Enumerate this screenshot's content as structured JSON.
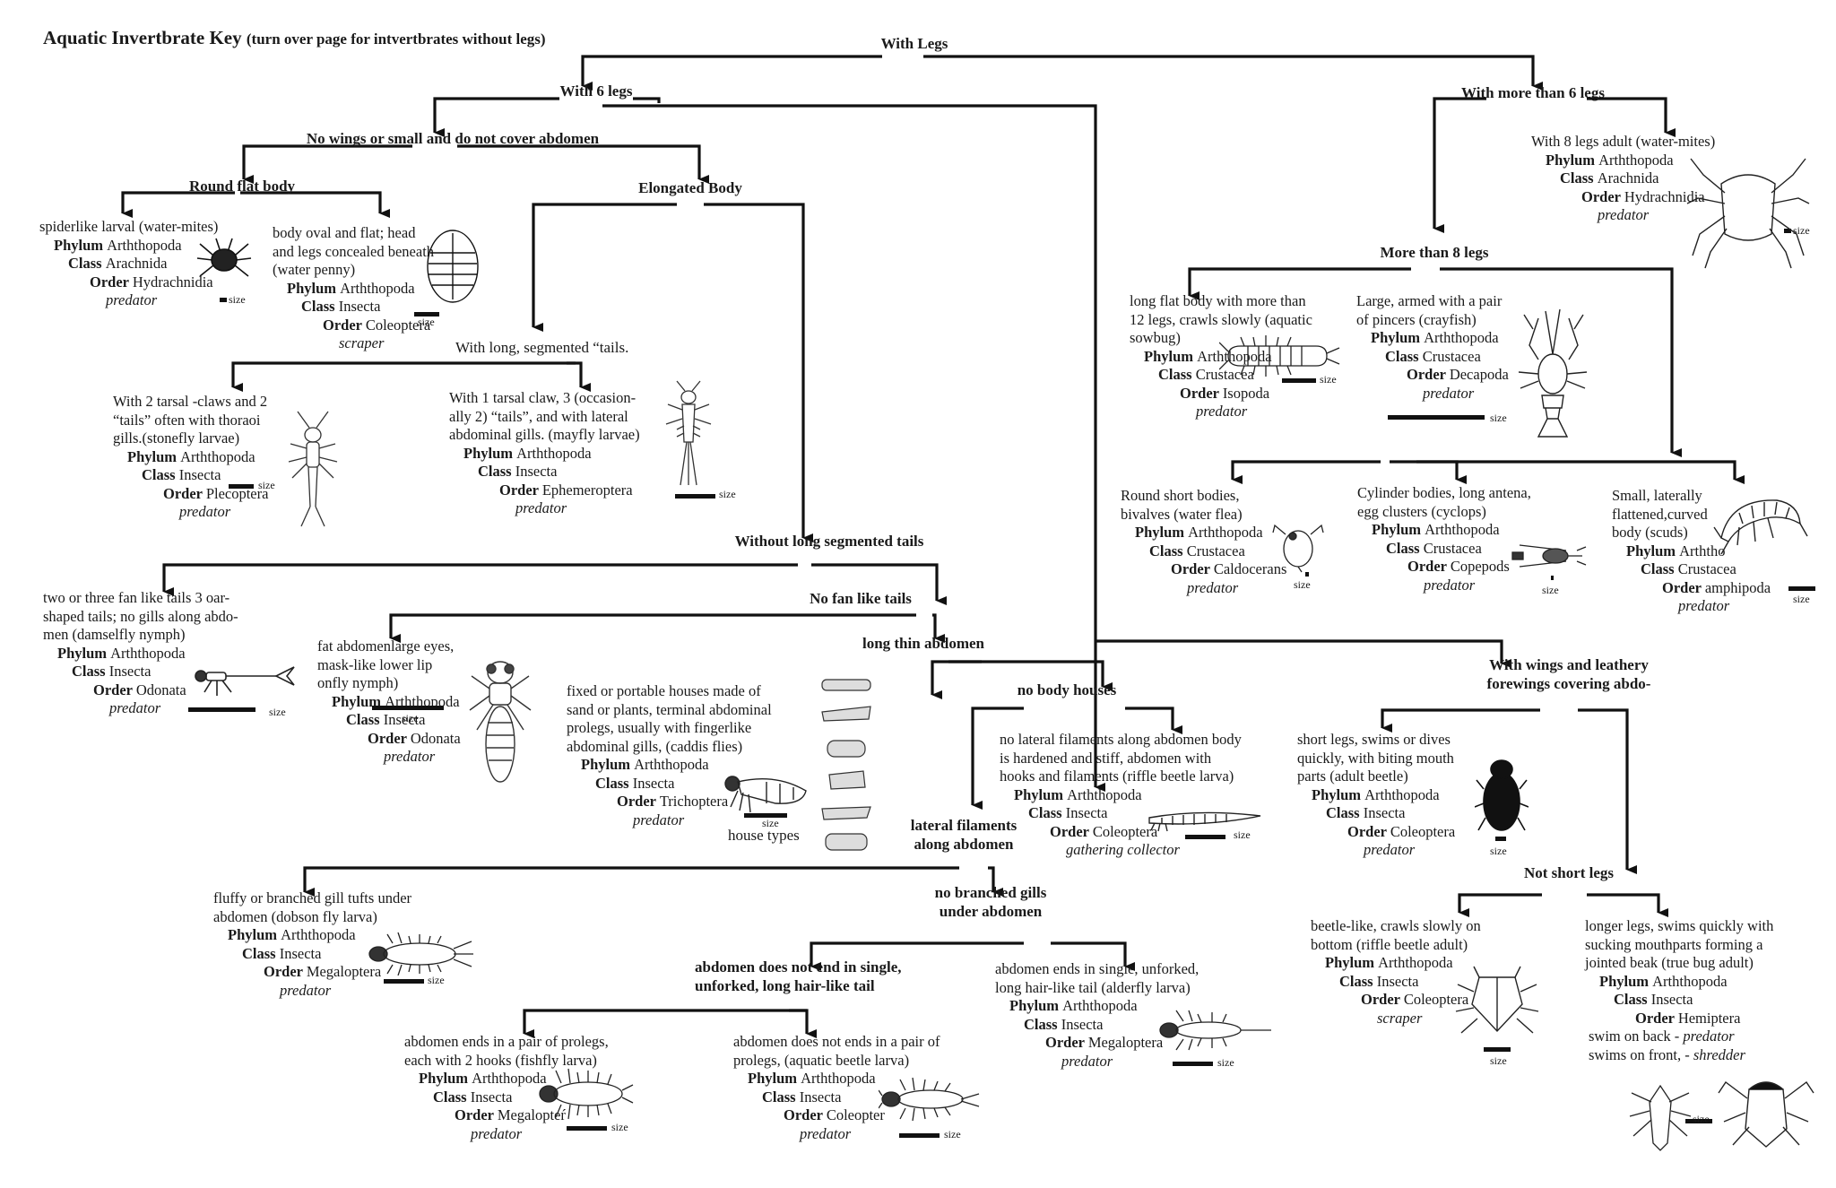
{
  "title": "Aquatic Invertbrate Key",
  "subtitle": "(turn over page for intvertbrates without legs)",
  "size_label": "size",
  "house_types_label": "house types",
  "headings": {
    "with_legs": "With Legs",
    "with_6_legs": "With 6 legs",
    "with_more_than_6": "With more than 6 legs",
    "no_wings": "No wings or small and do not cover abdomen",
    "round_flat": "Round flat body",
    "elongated": "Elongated Body",
    "more_than_8": "More than 8 legs",
    "long_tails": "With long, segmented “tails.",
    "without_tails": "Without long segmented tails",
    "no_fan": "No fan like tails",
    "long_thin": "long thin abdomen",
    "no_houses": "no body houses",
    "lateral_1": "lateral filaments",
    "lateral_2": "along abdomen",
    "no_branched_1": "no branched gills",
    "no_branched_2": "under abdomen",
    "not_single_1": "abdomen does not  end in single,",
    "not_single_2": "unforked, long hair-like tail",
    "wings_1": "With wings and leathery",
    "wings_2": "forewings covering abdo-",
    "not_short": "Not short legs"
  },
  "taxa": [
    {
      "id": "water_mites_larva",
      "desc": [
        "spiderlike larval (water-mites)"
      ],
      "phylum": "Arththopoda",
      "class": "Arachnida",
      "order": "Hydrachnidia",
      "role": "predator"
    },
    {
      "id": "water_penny",
      "desc": [
        "body oval and flat; head",
        "and legs concealed beneath",
        "(water penny)"
      ],
      "phylum": "Arththopoda",
      "class": "Insecta",
      "order": "Coleoptera",
      "role": "scraper"
    },
    {
      "id": "stonefly",
      "desc": [
        "With 2 tarsal -claws and 2",
        "“tails” often with thoraoi",
        "gills.(stonefly larvae)"
      ],
      "phylum": "Arththopoda",
      "class": "Insecta",
      "order": "Plecoptera",
      "role": "predator"
    },
    {
      "id": "mayfly",
      "desc": [
        "With 1 tarsal claw, 3 (occasion-",
        "ally 2) “tails”, and with lateral",
        "abdominal gills. (mayfly larvae)"
      ],
      "phylum": "Arththopoda",
      "class": "Insecta",
      "order": "Ephemeroptera",
      "role": "predator"
    },
    {
      "id": "damselfly",
      "desc": [
        "two or three fan like tails 3 oar-",
        "shaped tails; no gills along abdo-",
        "men (damselfly nymph)"
      ],
      "phylum": "Arththopoda",
      "class": "Insecta",
      "order": "Odonata",
      "role": "predator"
    },
    {
      "id": "dragonfly",
      "desc": [
        "fat abdomenlarge eyes,",
        "mask-like lower lip",
        "onfly nymph)"
      ],
      "phylum": "Arththopoda",
      "class": "Insecta",
      "order": "Odonata",
      "role": "predator"
    },
    {
      "id": "caddis",
      "desc": [
        "fixed or portable houses made of",
        "sand or plants, terminal abdominal",
        "prolegs, usually with fingerlike",
        "abdominal gills, (caddis flies)"
      ],
      "phylum": "Arththopoda",
      "class": "Insecta",
      "order": "Trichoptera",
      "role": "predator"
    },
    {
      "id": "riffle_larva",
      "desc": [
        "no lateral filaments along abdomen body",
        "is hardened and stiff, abdomen  with",
        "hooks and filaments (riffle beetle larva)"
      ],
      "phylum": "Arththopoda",
      "class": "Insecta",
      "order": "Coleoptera",
      "role": "gathering collector"
    },
    {
      "id": "dobsonfly",
      "desc": [
        "fluffy or branched gill tufts under",
        "abdomen  (dobson fly larva)"
      ],
      "phylum": "Arththopoda",
      "class": "Insecta",
      "order": "Megaloptera",
      "role": "predator"
    },
    {
      "id": "alderfly",
      "desc": [
        "abdomen ends in single, unforked,",
        "long hair-like tail (alderfly larva)"
      ],
      "phylum": "Arththopoda",
      "class": "Insecta",
      "order": "Megaloptera",
      "role": "predator"
    },
    {
      "id": "fishfly",
      "desc": [
        "abdomen ends in a pair of prolegs,",
        "each with 2 hooks (fishfly larva)"
      ],
      "phylum": "Arththopoda",
      "class": "Insecta",
      "order": "Megalopteŕ",
      "role": "predator"
    },
    {
      "id": "aquatic_beetle_larva",
      "desc": [
        "abdomen does not ends in a pair of",
        "prolegs, (aquatic beetle larva)"
      ],
      "phylum": "Arththopoda",
      "class": "Insecta",
      "order": "Coleopter",
      "role": "predator"
    },
    {
      "id": "water_mites_adult",
      "desc": [
        "With 8 legs adult  (water-mites)"
      ],
      "phylum": "Arththopoda",
      "class": "Arachnida",
      "order": "Hydrachnidia",
      "role": "predator"
    },
    {
      "id": "sowbug",
      "desc": [
        "long flat body with more than",
        "12 legs, crawls slowly (aquatic",
        "sowbug)"
      ],
      "phylum": "Arththopoda",
      "class": "Crustacea",
      "order": "Isopoda",
      "role": "predator"
    },
    {
      "id": "crayfish",
      "desc": [
        "Large, armed with a pair",
        "of pincers  (crayfish)"
      ],
      "phylum": "Arththopoda",
      "class": "Crustacea",
      "order": "Decapoda",
      "role": "predator"
    },
    {
      "id": "water_flea",
      "desc": [
        "Round short bodies,",
        "bivalves  (water flea)"
      ],
      "phylum": "Arththopoda",
      "class": "Crustacea",
      "order": "Caldocerans",
      "role": "predator"
    },
    {
      "id": "cyclops",
      "desc": [
        "Cylinder bodies, long antena,",
        "egg clusters  (cyclops)"
      ],
      "phylum": "Arththopoda",
      "class": "Crustacea",
      "order": "Copepods",
      "role": "predator"
    },
    {
      "id": "scuds",
      "desc": [
        "Small, laterally",
        "flattened,curved",
        "body  (scuds)"
      ],
      "phylum": "Arththo",
      "class": "Crustacea",
      "order": "amphipoda",
      "role": "predator"
    },
    {
      "id": "adult_beetle",
      "desc": [
        "short legs, swims or dives",
        "quickly, with biting mouth",
        "parts (adult beetle)"
      ],
      "phylum": "Arththopoda",
      "class": "Insecta",
      "order": "Coleoptera",
      "role": "predator"
    },
    {
      "id": "riffle_adult",
      "desc": [
        "beetle-like, crawls slowly on",
        "bottom (riffle beetle adult)"
      ],
      "phylum": "Arththopoda",
      "class": "Insecta",
      "order": "Coleoptera",
      "role": "scraper"
    },
    {
      "id": "true_bug",
      "desc": [
        "longer legs, swims quickly with",
        "sucking mouthparts forming a",
        "jointed beak (true bug adult)"
      ],
      "phylum": "Arththopoda",
      "class": "Insecta",
      "order": "Hemiptera",
      "role": "",
      "notes": [
        {
          "text": "swim on back - ",
          "role": "predator"
        },
        {
          "text": "swims on front, - ",
          "role": "shredder"
        }
      ]
    }
  ],
  "icons": [
    "mite-icon",
    "water-penny-icon",
    "stonefly-icon",
    "mayfly-icon",
    "damselfly-icon",
    "dragonfly-icon",
    "caddis-larva-icon",
    "caddis-house-icon",
    "riffle-larva-icon",
    "dobsonfly-icon",
    "alderfly-icon",
    "fishfly-icon",
    "beetle-larva-icon",
    "adult-mite-icon",
    "sowbug-icon",
    "crayfish-icon",
    "water-flea-icon",
    "cyclops-icon",
    "scud-icon",
    "adult-beetle-icon",
    "riffle-adult-icon",
    "backswimmer-icon",
    "water-boatman-icon"
  ]
}
